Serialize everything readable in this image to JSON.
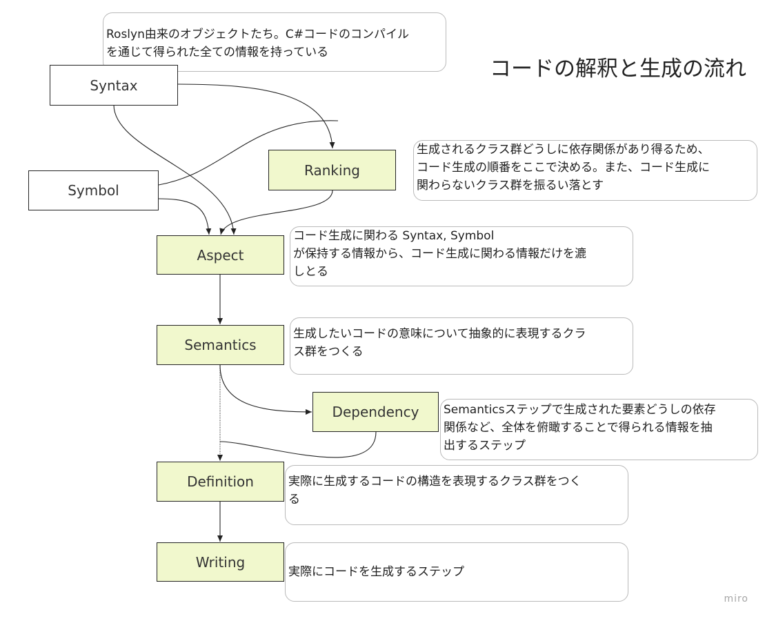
{
  "title": "コードの解釈と生成の流れ",
  "watermark": "miro",
  "nodes": {
    "syntax": "Syntax",
    "symbol": "Symbol",
    "ranking": "Ranking",
    "aspect": "Aspect",
    "semantics": "Semantics",
    "dependency": "Dependency",
    "definition": "Definition",
    "writing": "Writing"
  },
  "notes": {
    "roslyn": "Roslyn由来のオブジェクトたち。C#コードのコンパイル\nを通じて得られた全ての情報を持っている",
    "ranking": "生成されるクラス群どうしに依存関係があり得るため、\nコード生成の順番をここで決める。また、コード生成に\n関わらないクラス群を振るい落とす",
    "aspect": "コード生成に関わる Syntax, Symbol\nが保持する情報から、コード生成に関わる情報だけを漉\nしとる",
    "semantics": "生成したいコードの意味について抽象的に表現するクラ\nス群をつくる",
    "dependency": "Semanticsステップで生成された要素どうしの依存\n関係など、全体を俯瞰することで得られる情報を抽\n出するステップ",
    "definition": "実際に生成するコードの構造を表現するクラス群をつく\nる",
    "writing": "実際にコードを生成するステップ"
  },
  "colors": {
    "step_fill": "#f1f8cd",
    "line": "#222222"
  }
}
